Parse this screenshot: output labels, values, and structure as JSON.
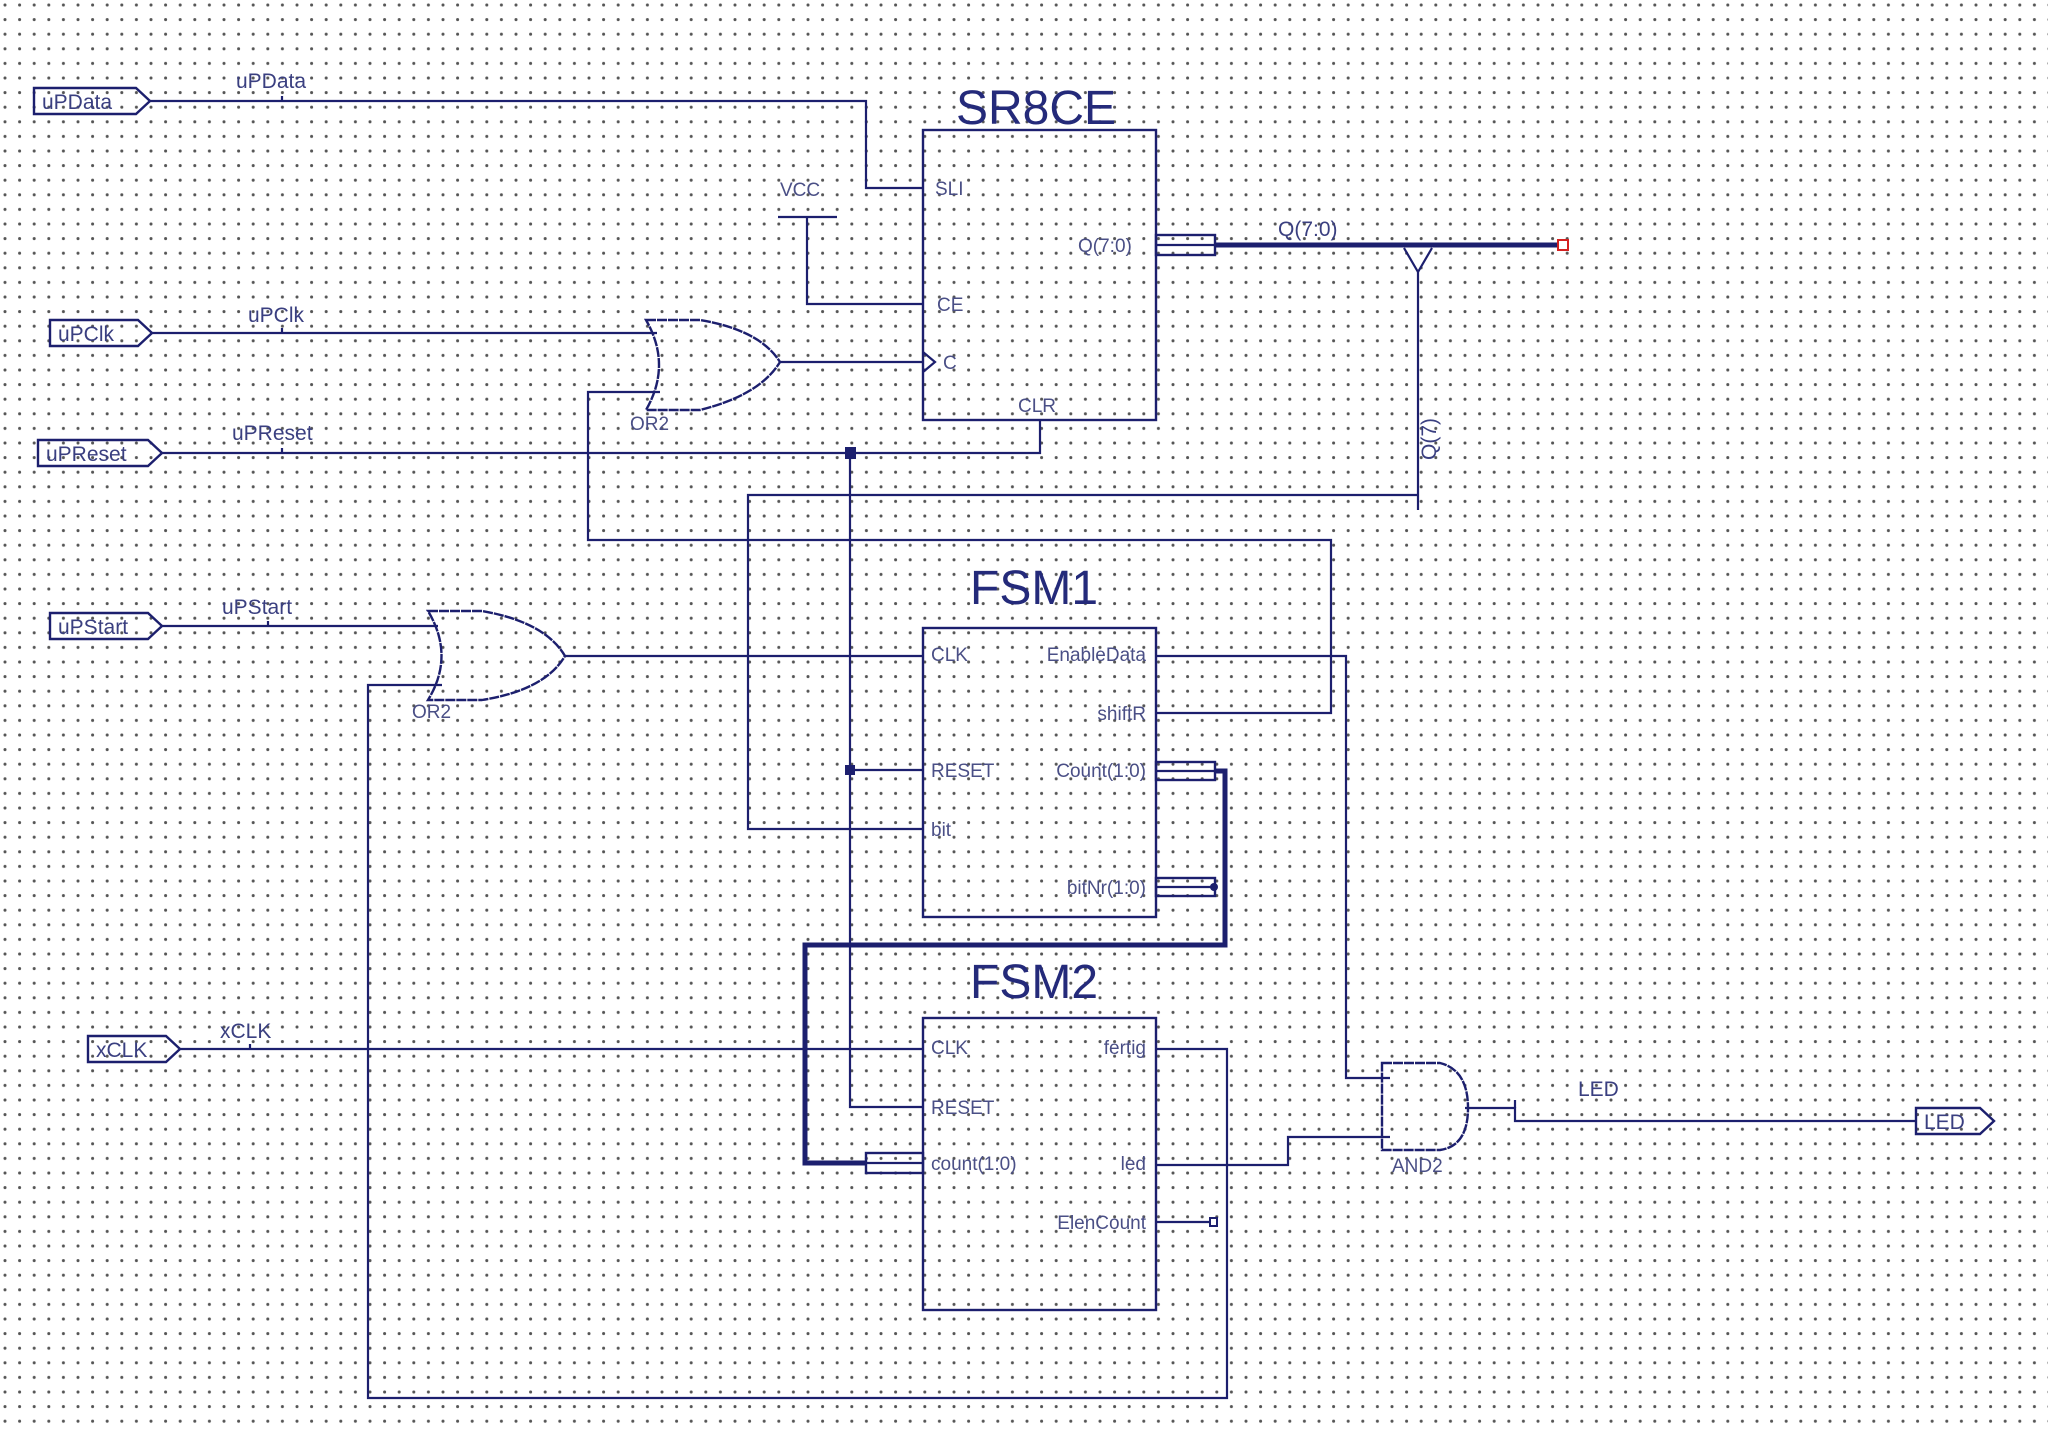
{
  "canvas": {
    "background": "#ffffff",
    "grid_dot_color": "#555555",
    "wire_color": "#1c1f6e",
    "endpoint_color": "#d42020"
  },
  "input_markers": {
    "uPData": "uPData",
    "uPClk": "uPClk",
    "uPReset": "uPReset",
    "uPStart": "uPStart",
    "xCLK": "xCLK"
  },
  "output_markers": {
    "LED": "LED"
  },
  "net_labels": {
    "uPData": "uPData",
    "uPClk": "uPClk",
    "uPReset": "uPReset",
    "uPStart": "uPStart",
    "xCLK": "xCLK",
    "Q_bus": "Q(7:0)",
    "Q7": "Q(7)",
    "LED": "LED",
    "VCC": "VCC"
  },
  "components": {
    "sr8ce": {
      "title": "SR8CE",
      "pins": {
        "SLI": "SLI",
        "CE": "CE",
        "C": "C",
        "CLR": "CLR",
        "Q": "Q(7:0)"
      }
    },
    "fsm1": {
      "title": "FSM1",
      "pins": {
        "CLK": "CLK",
        "RESET": "RESET",
        "bit": "bit",
        "EnableData": "EnableData",
        "shiftR": "shiftR",
        "Count": "Count(1:0)",
        "bitNr": "bitNr(1:0)"
      }
    },
    "fsm2": {
      "title": "FSM2",
      "pins": {
        "CLK": "CLK",
        "RESET": "RESET",
        "count": "count(1:0)",
        "fertig": "fertig",
        "led": "led",
        "ElenCount": "ElenCount"
      }
    },
    "or2_top": {
      "type": "OR2"
    },
    "or2_bottom": {
      "type": "OR2"
    },
    "and2": {
      "type": "AND2"
    }
  }
}
